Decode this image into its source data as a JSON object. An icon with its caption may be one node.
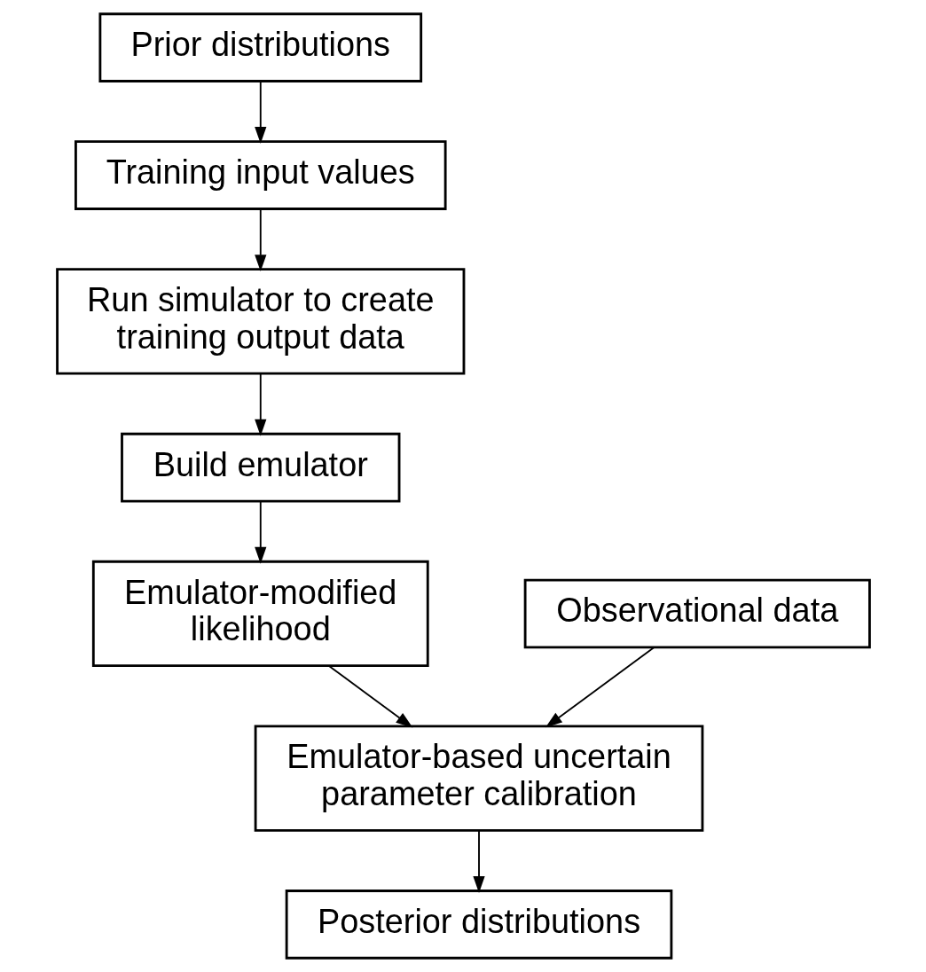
{
  "diagram": {
    "nodes": [
      {
        "text": [
          "Prior distributions"
        ]
      },
      {
        "text": [
          "Training input values"
        ]
      },
      {
        "text": [
          "Run simulator to create training output data"
        ]
      },
      {
        "text": [
          "Build emulator"
        ]
      },
      {
        "text": [
          "Emulator-modified likelihood"
        ]
      },
      {
        "text": [
          "Observational data"
        ]
      },
      {
        "text": [
          "Emulator-based uncertain parameter calibration"
        ]
      },
      {
        "text": [
          "Posterior distributions"
        ]
      }
    ],
    "edges": [
      {
        "from": 0,
        "to": 1,
        "arrow": "to"
      },
      {
        "from": 1,
        "to": 2,
        "arrow": "to"
      },
      {
        "from": 2,
        "to": 3,
        "arrow": "to"
      },
      {
        "from": 3,
        "to": 4,
        "arrow": "to"
      },
      {
        "from": 4,
        "to": 6,
        "arrow": "to"
      },
      {
        "from": 5,
        "to": 6,
        "arrow": "to"
      },
      {
        "from": 6,
        "to": 7,
        "arrow": "to"
      }
    ]
  }
}
